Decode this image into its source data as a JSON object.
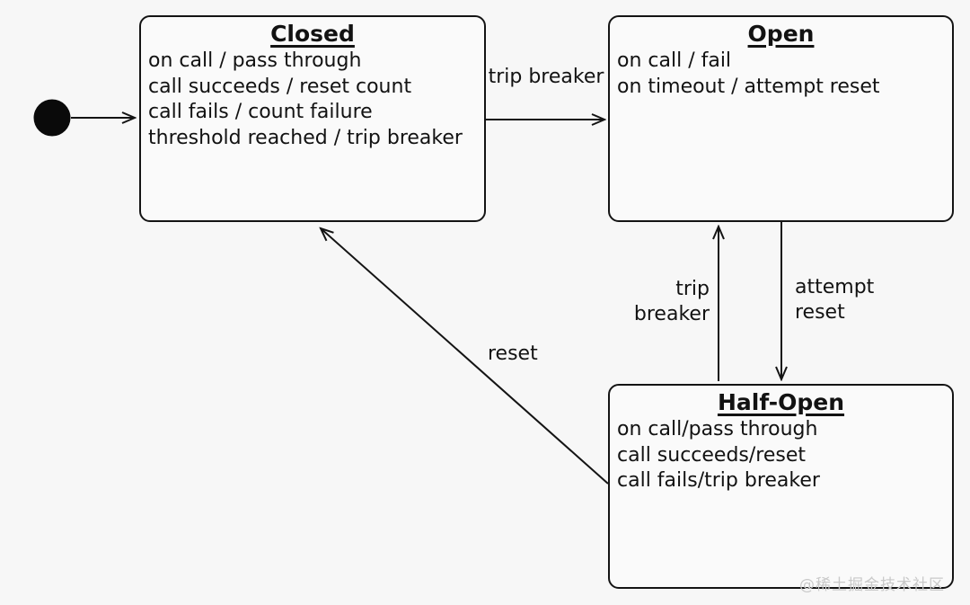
{
  "states": {
    "closed": {
      "title": "Closed",
      "lines": [
        "on call / pass through",
        "call succeeds / reset count",
        "call fails / count failure",
        "threshold reached / trip breaker"
      ]
    },
    "open": {
      "title": "Open",
      "lines": [
        "on call / fail",
        "on timeout / attempt reset"
      ]
    },
    "half_open": {
      "title": "Half-Open",
      "lines": [
        "on call/pass through",
        "call succeeds/reset",
        "call fails/trip breaker"
      ]
    }
  },
  "transitions": {
    "closed_to_open": "trip breaker",
    "half_open_to_open": "trip breaker",
    "open_to_half_open": "attempt reset",
    "half_open_to_closed": "reset"
  },
  "watermark": "@稀土掘金技术社区",
  "colors": {
    "line": "#141414",
    "text": "#121212",
    "background": "#f7f7f7",
    "box_fill": "#fafafa",
    "watermark": "#c9c9c9"
  }
}
